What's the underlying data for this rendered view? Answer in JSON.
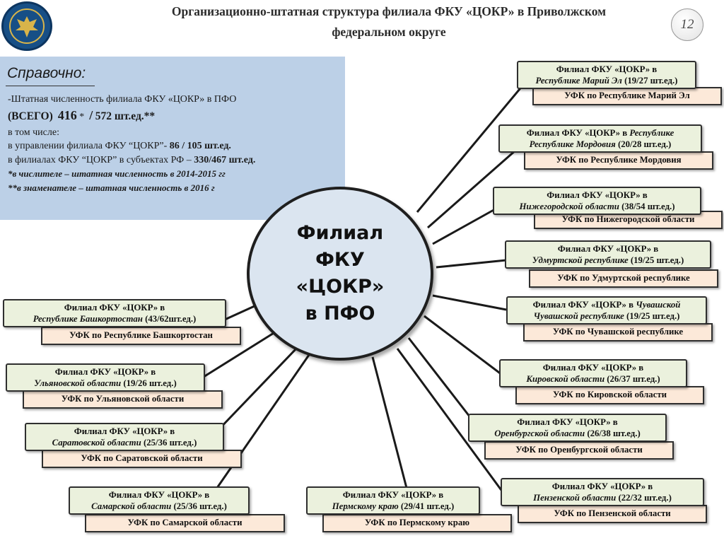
{
  "header": {
    "title_line1": "Организационно-штатная структура филиала ФКУ «ЦОКР» в Приволжском",
    "title_line2": "федеральном округе",
    "page_number": "12"
  },
  "info": {
    "heading": "Справочно:",
    "line1": "-Штатная численность филиала ФКУ «ЦОКР» в ПФО",
    "total_label": "(ВСЕГО)",
    "total_value": "416",
    "total_mark": "*",
    "total_slash": "/",
    "total_planned": "572 шт.ед.**",
    "line3": "в том числе:",
    "line4_text": "в управлении филиала ФКУ “ЦОКР”-",
    "line4_value": "86 / 105 шт.ед.",
    "line5_text": "в филиалах ФКУ “ЦОКР” в субъектах РФ –",
    "line5_value": "330/467 шт.ед.",
    "note1": "*в числителе – штатная численность в 2014-2015 гг",
    "note2": "**в знаменателе – штатная численность в 2016 г"
  },
  "center": {
    "line1": "Филиал",
    "line2": "ФКУ",
    "line3": "«ЦОКР»",
    "line4": "в ПФО"
  },
  "branches": [
    {
      "title": "Филиал ФКУ «ЦОКР» в",
      "region": "Республике Марий Эл",
      "count": "(19/27 шт.ед.)",
      "ufk": "УФК по Республике Марий Эл"
    },
    {
      "title": "Филиал ФКУ «ЦОКР» в",
      "region": "Республике Мордовия",
      "count": "(20/28 шт.ед.)",
      "ufk": "УФК по Республике Мордовия"
    },
    {
      "title": "Филиал ФКУ «ЦОКР» в",
      "region": "Нижегородской области",
      "count": "(38/54 шт.ед.)",
      "ufk": "УФК по Нижегородской области"
    },
    {
      "title": "Филиал ФКУ «ЦОКР» в",
      "region": "Удмуртской республике",
      "count": "(19/25 шт.ед.)",
      "ufk": "УФК по Удмуртской республике"
    },
    {
      "title": "Филиал ФКУ «ЦОКР» в",
      "region": "Чувашской республике",
      "count": "(19/25 шт.ед.)",
      "ufk": "УФК по Чувашской республике"
    },
    {
      "title": "Филиал ФКУ «ЦОКР» в",
      "region": "Кировской области",
      "count": "(26/37 шт.ед.)",
      "ufk": "УФК по Кировской области"
    },
    {
      "title": "Филиал ФКУ «ЦОКР» в",
      "region": "Оренбургской области",
      "count": "(26/38 шт.ед.)",
      "ufk": "УФК по Оренбургской области"
    },
    {
      "title": "Филиал ФКУ «ЦОКР» в",
      "region": "Пензенской области",
      "count": "(22/32 шт.ед.)",
      "ufk": "УФК по Пензенской области"
    },
    {
      "title": "Филиал ФКУ «ЦОКР» в",
      "region": "Пермскому краю",
      "count": "(29/41 шт.ед.)",
      "ufk": "УФК по Пермскому краю"
    },
    {
      "title": "Филиал ФКУ «ЦОКР» в",
      "region": "Самарской области",
      "count": "(25/36 шт.ед.)",
      "ufk": "УФК по Самарской области"
    },
    {
      "title": "Филиал ФКУ «ЦОКР» в",
      "region": "Саратовской области",
      "count": "(25/36 шт.ед.)",
      "ufk": "УФК по Саратовской области"
    },
    {
      "title": "Филиал ФКУ «ЦОКР» в",
      "region": "Ульяновской области",
      "count": "(19/26 шт.ед.)",
      "ufk": "УФК по Ульяновской области"
    },
    {
      "title": "Филиал ФКУ «ЦОКР» в",
      "region": "Республике Башкортостан",
      "count": "(43/62шт.ед.)",
      "ufk": "УФК по Республике Башкортостан"
    }
  ]
}
